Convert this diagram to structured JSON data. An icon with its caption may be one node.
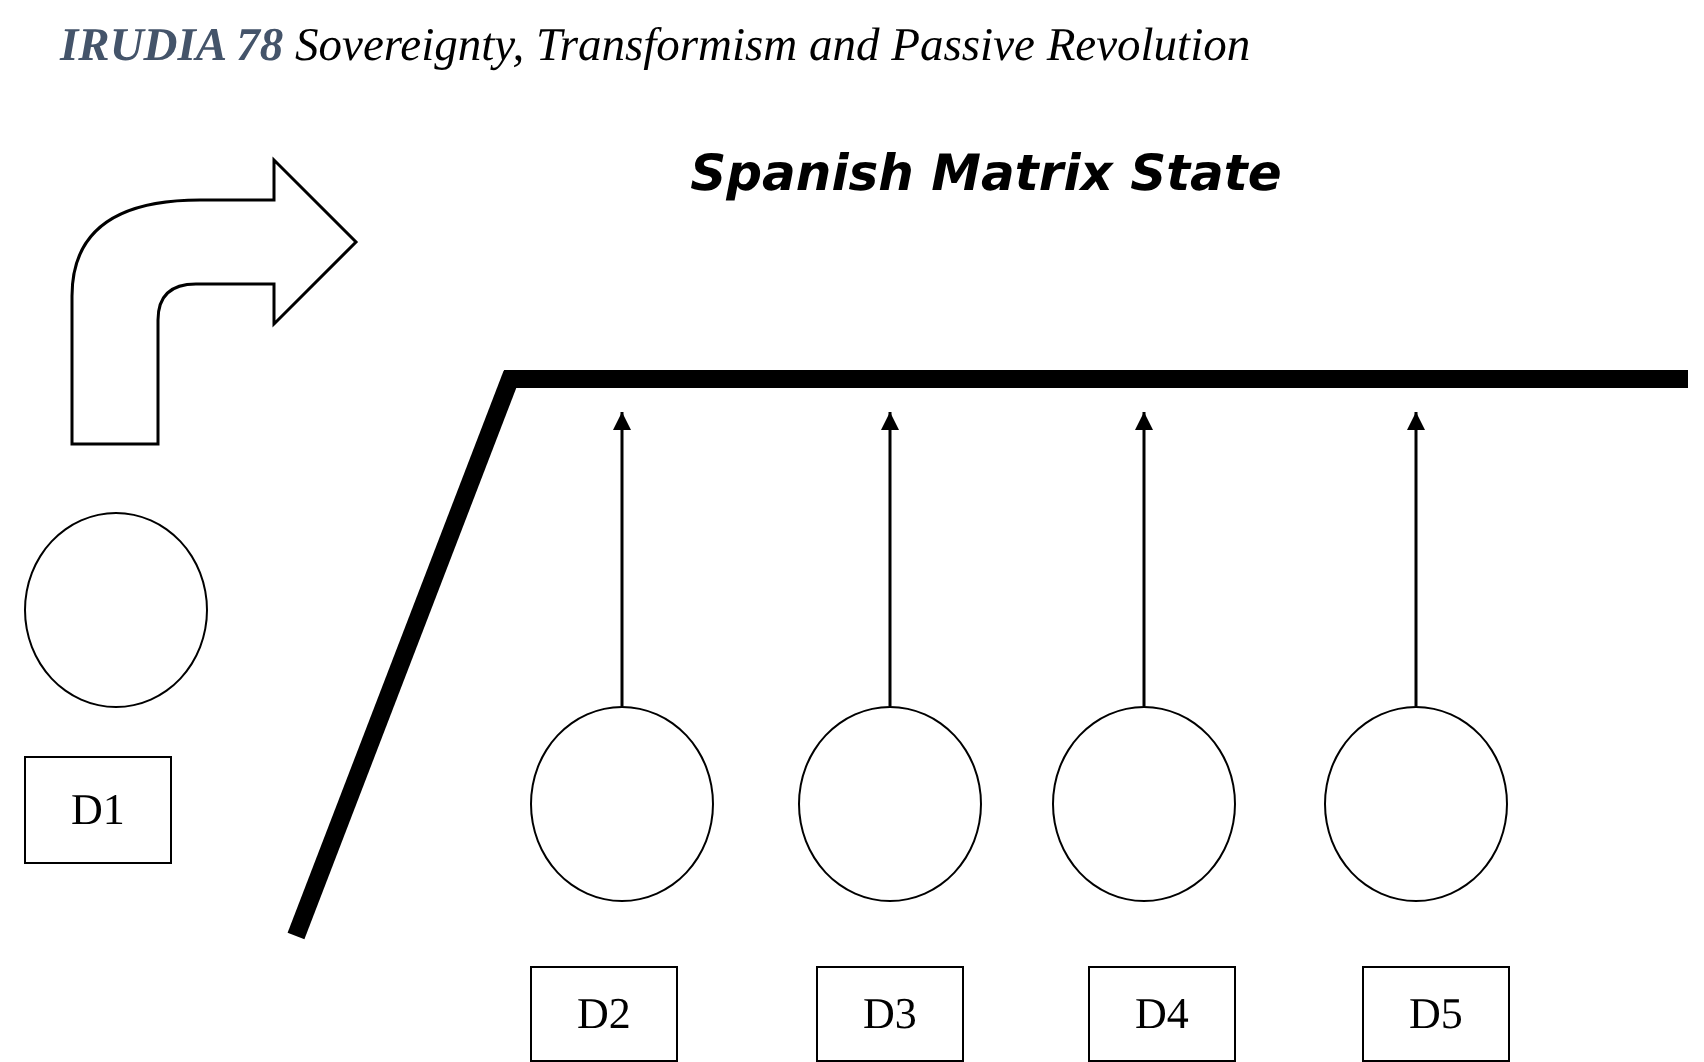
{
  "diagram": {
    "title": "**IRUDIA 78** Sovereignty, Transformism and Passive Revolution",
    "nodes": [
      {
        "text": [
          "Spanish Matrix State"
        ]
      },
      {
        "text": [],
        "shape": "circle"
      },
      {
        "text": [
          "D1"
        ]
      },
      {
        "text": [],
        "shape": "circle"
      },
      {
        "text": [],
        "shape": "circle"
      },
      {
        "text": [],
        "shape": "circle"
      },
      {
        "text": [],
        "shape": "circle"
      },
      {
        "text": [
          "D2"
        ]
      },
      {
        "text": [
          "D3"
        ]
      },
      {
        "text": [
          "D4"
        ]
      },
      {
        "text": [
          "D5"
        ]
      }
    ],
    "edges": [
      {
        "from": 3,
        "to": 0,
        "arrow": "to"
      },
      {
        "from": 4,
        "to": 0,
        "arrow": "to"
      },
      {
        "from": 5,
        "to": 0,
        "arrow": "to"
      },
      {
        "from": 6,
        "to": 0,
        "arrow": "to"
      }
    ]
  }
}
